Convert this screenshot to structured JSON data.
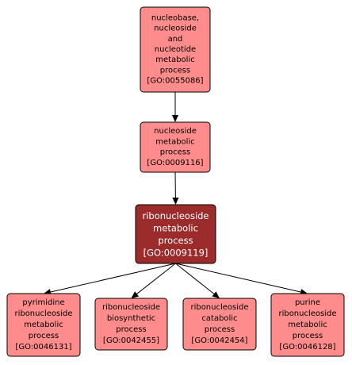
{
  "nodes": {
    "n1": {
      "lines": [
        "nucleobase,",
        "nucleoside",
        "and",
        "nucleotide",
        "metabolic",
        "process",
        "[GO:0055086]"
      ]
    },
    "n2": {
      "lines": [
        "nucleoside",
        "metabolic",
        "process",
        "[GO:0009116]"
      ]
    },
    "n3": {
      "lines": [
        "ribonucleoside",
        "metabolic",
        "process",
        "[GO:0009119]"
      ]
    },
    "n4": {
      "lines": [
        "pyrimidine",
        "ribonucleoside",
        "metabolic",
        "process",
        "[GO:0046131]"
      ]
    },
    "n5": {
      "lines": [
        "ribonucleoside",
        "biosynthetic",
        "process",
        "[GO:0042455]"
      ]
    },
    "n6": {
      "lines": [
        "ribonucleoside",
        "catabolic",
        "process",
        "[GO:0042454]"
      ]
    },
    "n7": {
      "lines": [
        "purine",
        "ribonucleoside",
        "metabolic",
        "process",
        "[GO:0046128]"
      ]
    }
  },
  "edges": [
    {
      "from": "n1",
      "to": "n2"
    },
    {
      "from": "n2",
      "to": "n3"
    },
    {
      "from": "n3",
      "to": "n4"
    },
    {
      "from": "n3",
      "to": "n5"
    },
    {
      "from": "n3",
      "to": "n6"
    },
    {
      "from": "n3",
      "to": "n7"
    }
  ],
  "colors": {
    "node_fill": "#ff8c8c",
    "focus_fill": "#9c2c2c",
    "focus_text": "#ffffff",
    "text": "#000000",
    "edge": "#000000"
  }
}
